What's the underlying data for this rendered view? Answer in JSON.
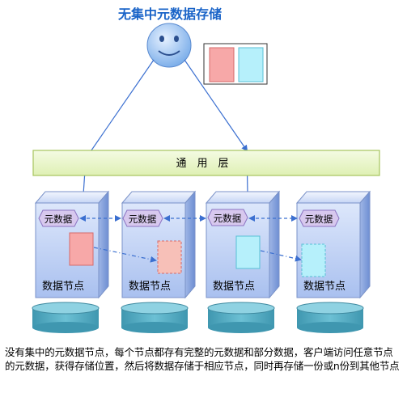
{
  "title": "无集中元数据存储",
  "layer_label": "通　用　层",
  "nodes": [
    {
      "meta_label": "元数据",
      "node_label": "数据节点"
    },
    {
      "meta_label": "元数据",
      "node_label": "数据节点"
    },
    {
      "meta_label": "元数据",
      "node_label": "数据节点"
    },
    {
      "meta_label": "元数据",
      "node_label": "数据节点"
    }
  ],
  "caption": "没有集中的元数据节点，每个节点都存有完整的元数据和部分数据，客户端访问任意节点的元数据，获得存储位置，然后将数据存储于相应节点，同时再存储一份或n份到其他节点",
  "colors": {
    "title": "#1a64c8",
    "layer_fill": "#eaf7c9",
    "layer_border": "#a6c45e",
    "node_front": "#c9d8f6",
    "node_side": "#8aa6dc",
    "meta_tag": "#d7c8ee",
    "data_red": "#f7a8a8",
    "data_cyan": "#b6f0fb",
    "disk": "#5fb3c8",
    "arrow": "#3b6fd0",
    "face": "#9cc3f0"
  }
}
